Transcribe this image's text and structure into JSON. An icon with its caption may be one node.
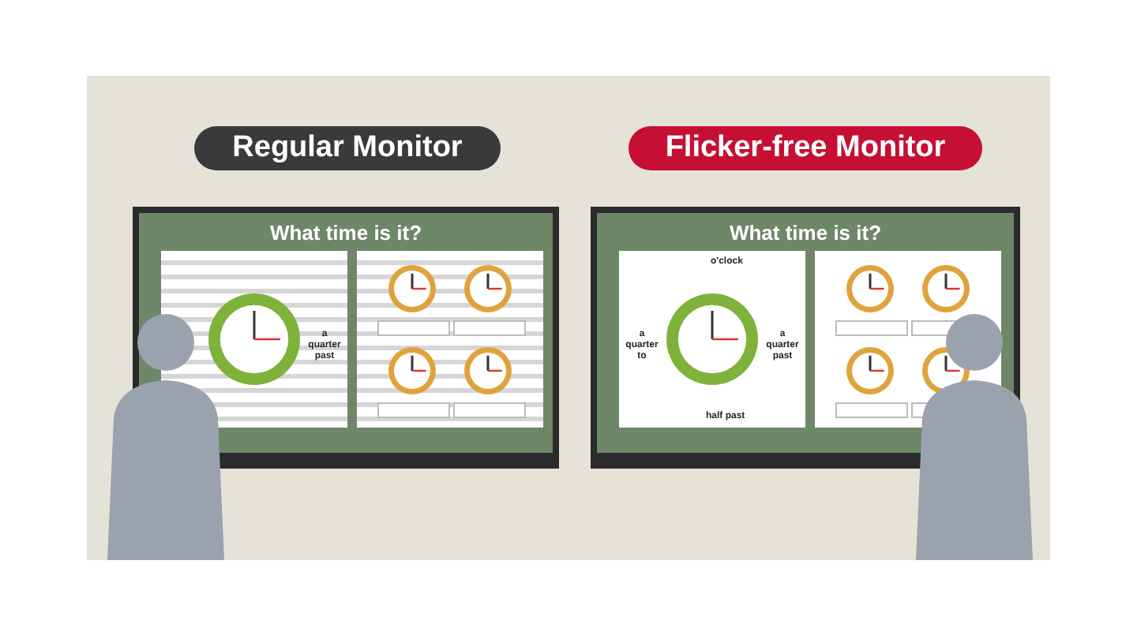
{
  "diagram": {
    "nodes": [
      {
        "text": [
          "Regular Monitor"
        ]
      },
      {
        "text": [
          "What time is it?"
        ]
      },
      {
        "text": [
          "Flicker-free Monitor"
        ]
      },
      {
        "text": [
          "What time is it?"
        ]
      }
    ],
    "labels": [
      "a quarter past",
      "o'clock",
      "a quarter past",
      "half past",
      "a quarter to"
    ]
  }
}
